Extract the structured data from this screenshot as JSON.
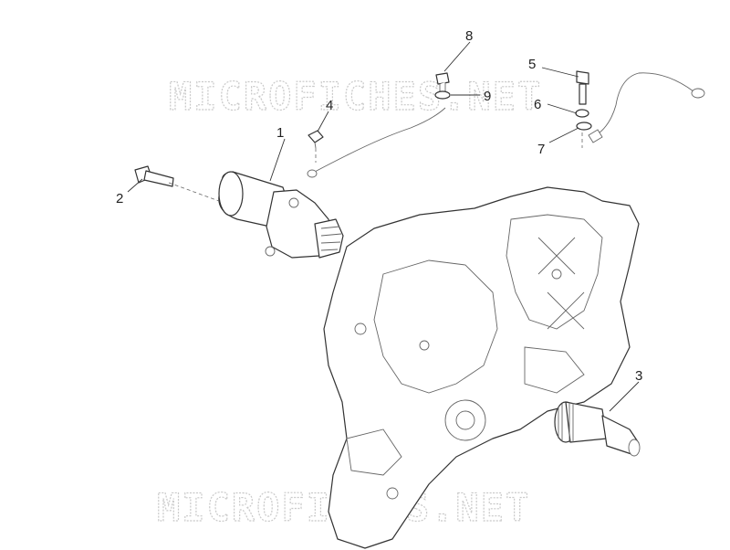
{
  "watermark": {
    "top_text": "MICROFICHES.NET",
    "bottom_text": "MICROFICHES.NET",
    "color": "#c9c9c9"
  },
  "callouts": [
    {
      "id": "1",
      "label": "1"
    },
    {
      "id": "2",
      "label": "2"
    },
    {
      "id": "3",
      "label": "3"
    },
    {
      "id": "4",
      "label": "4"
    },
    {
      "id": "5",
      "label": "5"
    },
    {
      "id": "6",
      "label": "6"
    },
    {
      "id": "7",
      "label": "7"
    },
    {
      "id": "8",
      "label": "8"
    },
    {
      "id": "9",
      "label": "9"
    }
  ],
  "colors": {
    "line": "#333333",
    "background": "#ffffff"
  }
}
